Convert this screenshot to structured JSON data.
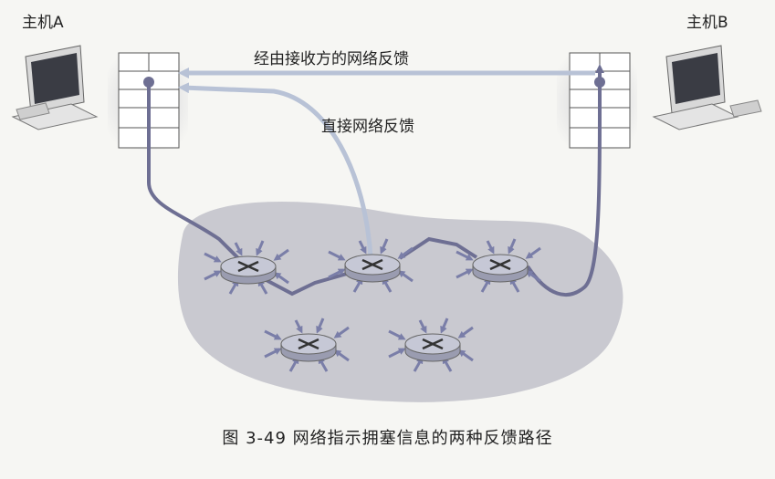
{
  "hosts": {
    "a_label": "主机A",
    "b_label": "主机B"
  },
  "paths": {
    "receiver_feedback": "经由接收方的网络反馈",
    "direct_feedback": "直接网络反馈"
  },
  "caption": "图 3-49    网络指示拥塞信息的两种反馈路径",
  "colors": {
    "cloud": "#c9c9d0",
    "path_dark": "#6e6f93",
    "path_light": "#b8c2d6",
    "router": "#c6c8d6",
    "arrow": "#7a7ea8"
  }
}
